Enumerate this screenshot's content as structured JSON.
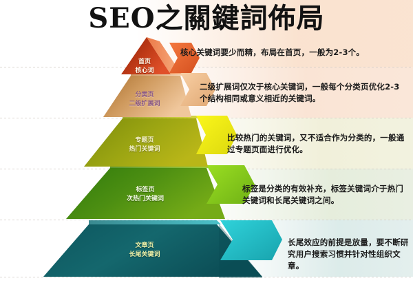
{
  "title": "SEO之關鍵詞佈局",
  "pyramid": {
    "tiers": [
      {
        "id": "tier-core",
        "page": "首页",
        "keyword": "核心词",
        "note": "核心关键词要少而精，布局在首页，一般为2-3个。",
        "face_color": "#b9341a",
        "wing_color": "#f2703c"
      },
      {
        "id": "tier-category",
        "page": "分类页",
        "keyword": "二级扩展词",
        "note": "二级扩展词仅次于核心关键词，一般每个分类页优化2-3个结构相同或意义相近的关键词。",
        "face_color": "#c08a4e",
        "wing_color": "#f6c79a"
      },
      {
        "id": "tier-topic",
        "page": "专题页",
        "keyword": "热门关键词",
        "note": "比较热门的关键词，又不适合作为分类的，一般通过专题页面进行优化。",
        "face_color": "#9aa314",
        "wing_color": "#f2ef13"
      },
      {
        "id": "tier-tag",
        "page": "标签页",
        "keyword": "次热门关键词",
        "note": "标签是分类的有效补充，标签关键词介于热门关键词和长尾关键词之间。",
        "face_color": "#4f8f12",
        "wing_color": "#8fd41c"
      },
      {
        "id": "tier-article",
        "page": "文章页",
        "keyword": "长尾关键词",
        "note": "长尾效应的前提是放量，要不断研究用户搜索习惯并针对性组织文章。",
        "face_color": "#13656b",
        "wing_color": "#21c6cf"
      }
    ]
  },
  "colors": {
    "background": "#ffffff",
    "title_text": "#121212",
    "note_text": "#1b1b1b"
  }
}
